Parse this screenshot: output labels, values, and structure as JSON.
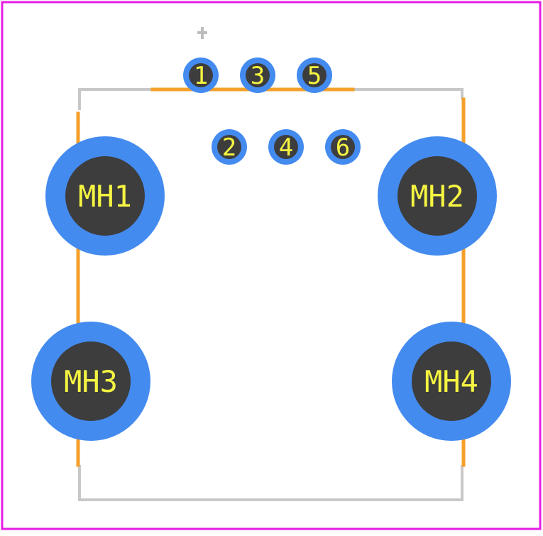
{
  "footprint": {
    "pads": [
      {
        "label": "1"
      },
      {
        "label": "3"
      },
      {
        "label": "5"
      },
      {
        "label": "2"
      },
      {
        "label": "4"
      },
      {
        "label": "6"
      }
    ],
    "mounting_holes": [
      {
        "label": "MH1"
      },
      {
        "label": "MH2"
      },
      {
        "label": "MH3"
      },
      {
        "label": "MH4"
      }
    ]
  },
  "colors": {
    "board_border": "#e61de6",
    "silkscreen_outline": "#f5a02a",
    "courtyard": "#c8c8c8",
    "pad_copper": "#448bf0",
    "drill_hole": "#3d3d3d",
    "label_text": "#f5f542",
    "origin_marker": "#bdbdbd"
  }
}
